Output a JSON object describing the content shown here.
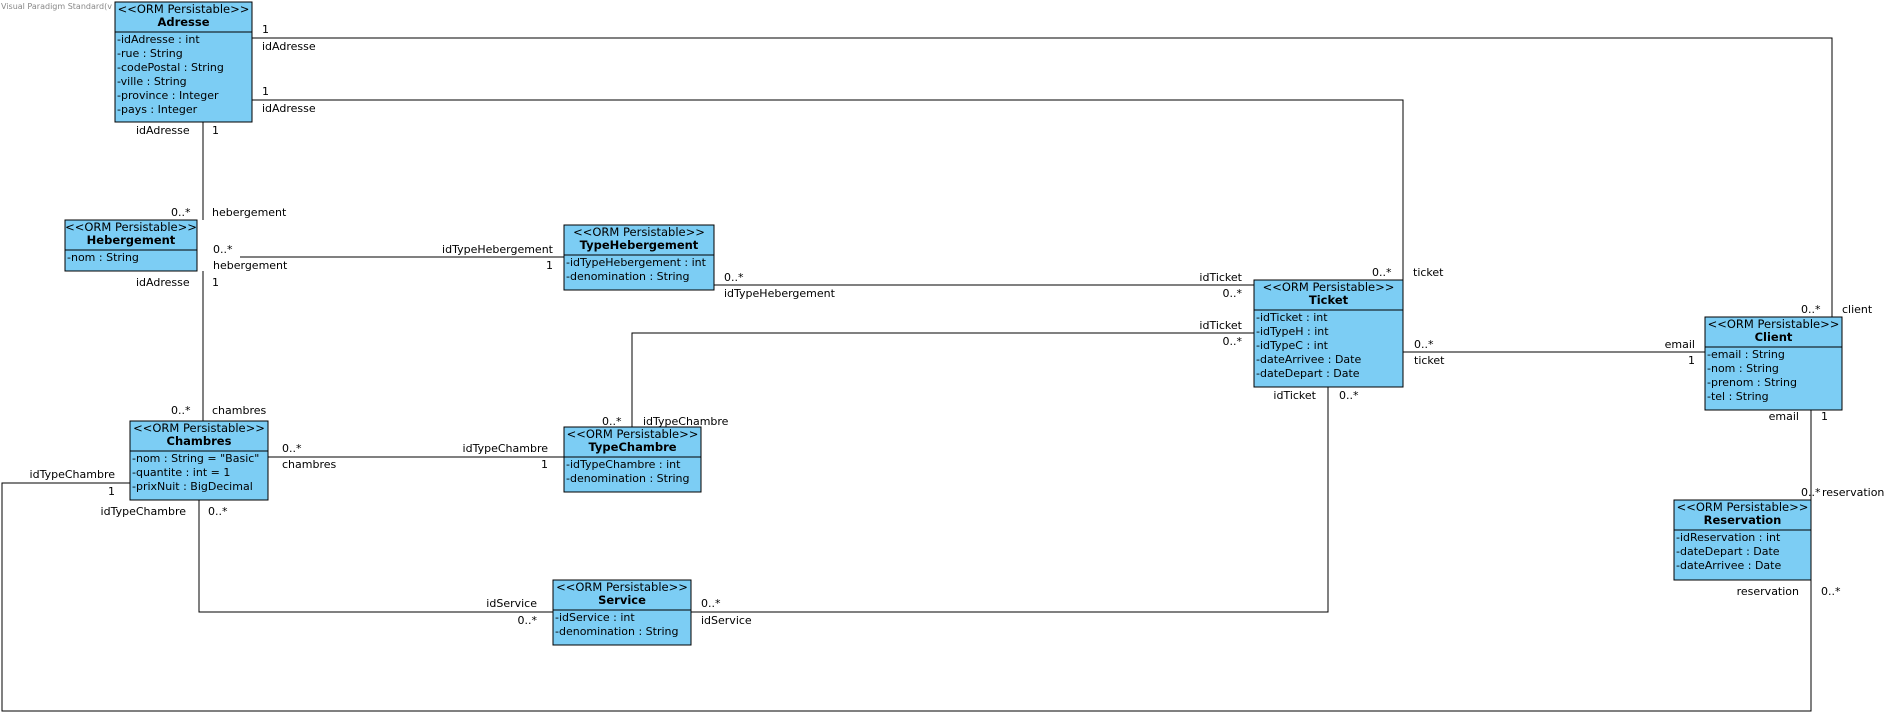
{
  "watermark": "Visual Paradigm Standard(v                               (toutim))",
  "stereotype": "<<ORM Persistable>>",
  "classes": {
    "adresse": {
      "name": "Adresse",
      "attributes": [
        "-idAdresse : int",
        "-rue : String",
        "-codePostal : String",
        "-ville : String",
        "-province : Integer",
        "-pays : Integer"
      ]
    },
    "hebergement": {
      "name": "Hebergement",
      "attributes": [
        "-nom : String"
      ]
    },
    "typehebergement": {
      "name": "TypeHebergement",
      "attributes": [
        "-idTypeHebergement : int",
        "-denomination : String"
      ]
    },
    "ticket": {
      "name": "Ticket",
      "attributes": [
        "-idTicket : int",
        "-idTypeH : int",
        "-idTypeC : int",
        "-dateArrivee : Date",
        "-dateDepart : Date"
      ]
    },
    "client": {
      "name": "Client",
      "attributes": [
        "-email : String",
        "-nom : String",
        "-prenom : String",
        "-tel : String"
      ]
    },
    "chambres": {
      "name": "Chambres",
      "attributes": [
        "-nom : String = \"Basic\"",
        "-quantite : int = 1",
        "-prixNuit : BigDecimal"
      ]
    },
    "typechambre": {
      "name": "TypeChambre",
      "attributes": [
        "-idTypeChambre : int",
        "-denomination : String"
      ]
    },
    "service": {
      "name": "Service",
      "attributes": [
        "-idService : int",
        "-denomination : String"
      ]
    },
    "reservation": {
      "name": "Reservation",
      "attributes": [
        "-idReservation : int",
        "-dateDepart : Date",
        "-dateArrivee : Date"
      ]
    }
  },
  "edge_labels": {
    "adr_client_mult": "1",
    "adr_client_role": "idAdresse",
    "adr_ticket_mult": "1",
    "adr_ticket_role": "idAdresse",
    "adr_heb_role": "idAdresse",
    "adr_heb_mult": "1",
    "heb_top_mult": "0..*",
    "heb_top_role": "hebergement",
    "heb_th_mult": "0..*",
    "heb_th_role": "hebergement",
    "th_heb_role": "idTypeHebergement",
    "th_heb_mult": "1",
    "heb_ch_role": "idAdresse",
    "heb_ch_mult": "1",
    "ch_top_mult": "0..*",
    "ch_top_role": "chambres",
    "th_ticket_mult": "0..*",
    "th_ticket_role": "idTypeHebergement",
    "ticket_th_role": "idTicket",
    "ticket_th_mult": "0..*",
    "ticket_tc_role": "idTicket",
    "ticket_tc_mult": "0..*",
    "tc_top_mult": "0..*",
    "tc_top_role": "idTypeChambre",
    "ticket_top_mult": "0..*",
    "ticket_top_role": "ticket",
    "client_top_mult": "0..*",
    "client_top_role": "client",
    "ticket_client_mult": "0..*",
    "ticket_client_role": "ticket",
    "client_ticket_role": "email",
    "client_ticket_mult": "1",
    "ticket_bottom_role": "idTicket",
    "ticket_bottom_mult": "0..*",
    "ch_tc_mult": "0..*",
    "ch_tc_role": "chambres",
    "tc_ch_role": "idTypeChambre",
    "tc_ch_mult": "1",
    "ch_left_role": "idTypeChambre",
    "ch_left_mult": "1",
    "ch_bottom_role": "idTypeChambre",
    "ch_bottom_mult": "0..*",
    "svc_left_role": "idService",
    "svc_left_mult": "0..*",
    "svc_right_mult": "0..*",
    "svc_right_role": "idService",
    "client_bottom_role": "email",
    "client_bottom_mult": "1",
    "res_top_mult": "0..*",
    "res_top_role": "reservation",
    "res_bottom_role": "reservation",
    "res_bottom_mult": "0..*"
  }
}
